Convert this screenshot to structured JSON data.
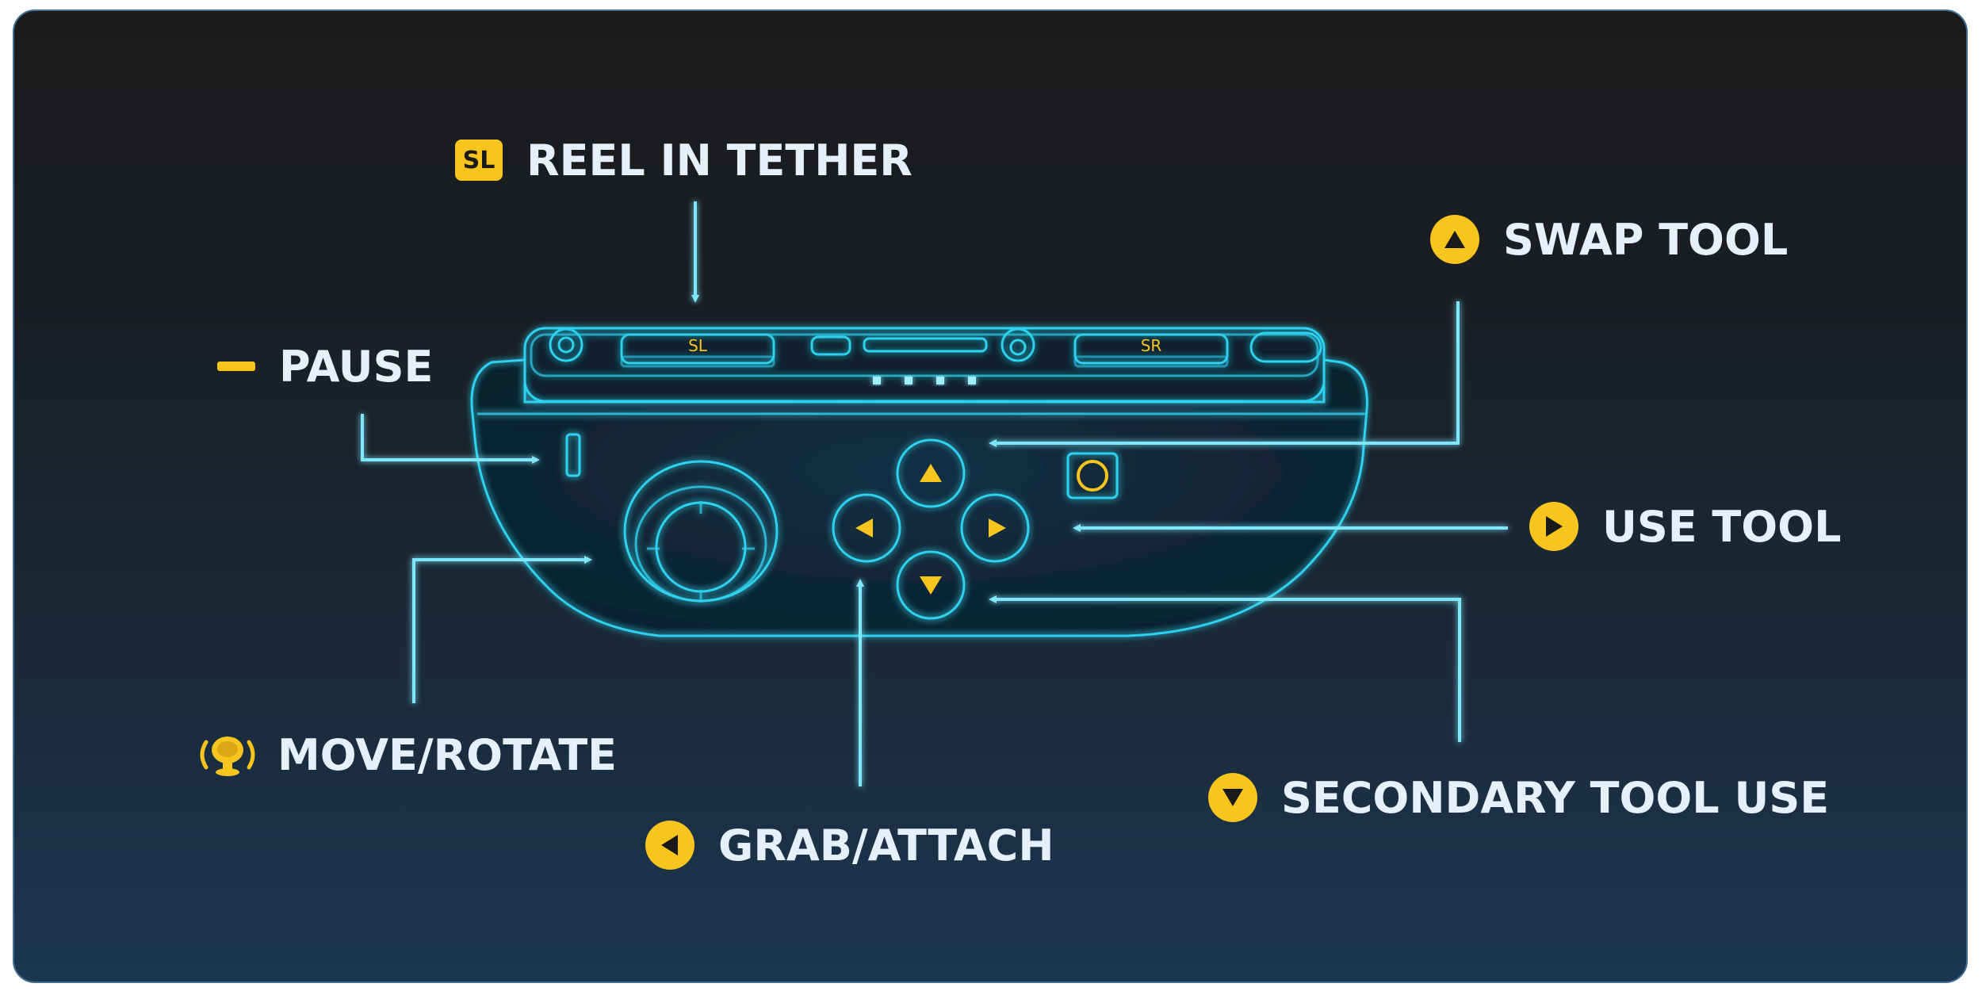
{
  "colors": {
    "accent": "#f7c51e",
    "glow": "#2fd2f0",
    "label": "#e6f0fb"
  },
  "controller": {
    "sl_label": "SL",
    "sr_label": "SR"
  },
  "callouts": {
    "reel_in_tether": {
      "label": "REEL IN TETHER",
      "icon": "sl-button-icon",
      "icon_text": "SL"
    },
    "swap_tool": {
      "label": "SWAP TOOL",
      "icon": "up-button-icon"
    },
    "pause": {
      "label": "PAUSE",
      "icon": "minus-button-icon"
    },
    "use_tool": {
      "label": "USE TOOL",
      "icon": "right-button-icon"
    },
    "move_rotate": {
      "label": "MOVE/ROTATE",
      "icon": "stick-icon"
    },
    "secondary_tool_use": {
      "label": "SECONDARY TOOL USE",
      "icon": "down-button-icon"
    },
    "grab_attach": {
      "label": "GRAB/ATTACH",
      "icon": "left-button-icon"
    }
  }
}
